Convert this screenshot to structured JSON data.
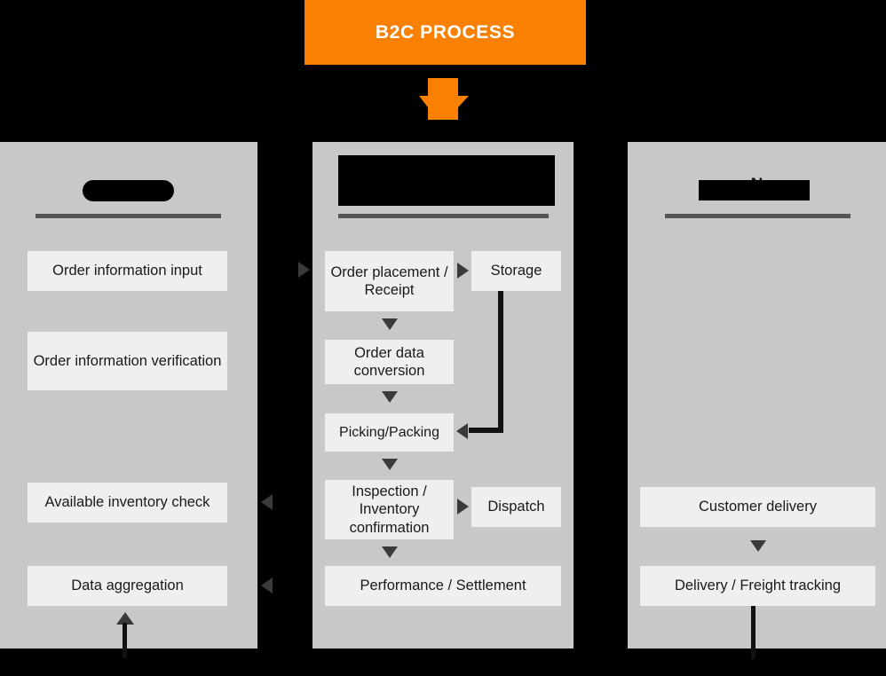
{
  "header": {
    "banner_title": "B2C PROCESS",
    "banner_color": "#F98000",
    "arrow_icon": "orange-down-arrow"
  },
  "theme": {
    "page_background": "#000000",
    "panel_background": "#C8C8C8",
    "box_background": "#EFEFEF",
    "rule_color": "#555555",
    "arrow_color": "#3A3A3A",
    "line_color": "#111111",
    "text_color": "#1A1A1A"
  },
  "panels": [
    {
      "id": "customer",
      "title": "",
      "title_redacted": true,
      "boxes": [
        {
          "label": "Order information input"
        },
        {
          "label": "Order information verification"
        },
        {
          "label": "Available inventory check"
        },
        {
          "label": "Data aggregation"
        }
      ]
    },
    {
      "id": "center",
      "title": "",
      "title_redacted": true,
      "boxes": [
        {
          "label": "Order placement / Receipt"
        },
        {
          "label": "Storage"
        },
        {
          "label": "Order data conversion"
        },
        {
          "label": "Picking/Packing"
        },
        {
          "label": "Inspection / Inventory confirmation"
        },
        {
          "label": "Dispatch"
        },
        {
          "label": "Performance / Settlement"
        }
      ]
    },
    {
      "id": "network",
      "title": "N",
      "title_redacted": true,
      "boxes": [
        {
          "label": "Customer delivery"
        },
        {
          "label": "Delivery / Freight tracking"
        }
      ]
    }
  ],
  "connectors": [
    {
      "name": "customer-to-order-placement",
      "direction": "right"
    },
    {
      "name": "order-placement-to-storage",
      "direction": "right"
    },
    {
      "name": "order-placement-to-order-data-conversion",
      "direction": "down"
    },
    {
      "name": "order-data-conversion-to-picking",
      "direction": "down"
    },
    {
      "name": "storage-to-picking",
      "direction": "left"
    },
    {
      "name": "picking-to-inspection",
      "direction": "down"
    },
    {
      "name": "inspection-to-dispatch",
      "direction": "right"
    },
    {
      "name": "inspection-to-performance",
      "direction": "down"
    },
    {
      "name": "center-to-available-inventory-check",
      "direction": "left"
    },
    {
      "name": "center-to-data-aggregation",
      "direction": "left"
    },
    {
      "name": "data-aggregation-up",
      "direction": "up"
    },
    {
      "name": "customer-delivery-to-freight-tracking",
      "direction": "down"
    },
    {
      "name": "freight-tracking-out",
      "direction": "down"
    }
  ]
}
